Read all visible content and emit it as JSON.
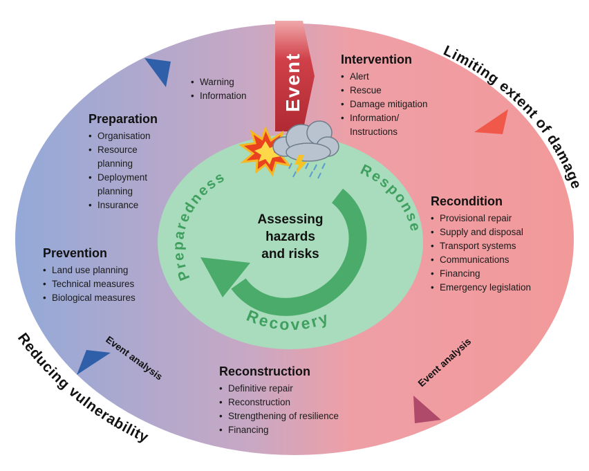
{
  "center": {
    "title": "Assessing hazards and risks",
    "lines": [
      "Assessing",
      "hazards",
      "and risks"
    ]
  },
  "phases": {
    "preparedness": "Preparedness",
    "response": "Response",
    "recovery": "Recovery"
  },
  "event_label": "Event",
  "outer_labels": {
    "limiting": "Limiting extent of damage",
    "reducing": "Reducing vulnerability"
  },
  "event_analysis": "Event analysis",
  "warning_items": [
    "Warning",
    "Information"
  ],
  "sections": {
    "intervention": {
      "title": "Intervention",
      "items": [
        "Alert",
        "Rescue",
        "Damage mitigation",
        "Information/\nInstructions"
      ]
    },
    "preparation": {
      "title": "Preparation",
      "items": [
        "Organisation",
        "Resource\nplanning",
        "Deployment\nplanning",
        "Insurance"
      ]
    },
    "recondition": {
      "title": "Recondition",
      "items": [
        "Provisional repair",
        "Supply and disposal",
        "Transport systems",
        "Communications",
        "Financing",
        "Emergency legislation"
      ]
    },
    "prevention": {
      "title": "Prevention",
      "items": [
        "Land use planning",
        "Technical measures",
        "Biological measures"
      ]
    },
    "reconstruction": {
      "title": "Reconstruction",
      "items": [
        "Definitive repair",
        "Reconstruction",
        "Strengthening of resilience",
        "Financing"
      ]
    }
  },
  "colors": {
    "left_blue": "#93a9d8",
    "right_red": "#f2999a",
    "inner_green": "#a8dcbc",
    "arrow_green": "#4bab6a",
    "event_red": "#c2343b",
    "blue_marker": "#2f5fa8",
    "red_marker": "#f0584a",
    "mauve_marker": "#b04a6a"
  }
}
